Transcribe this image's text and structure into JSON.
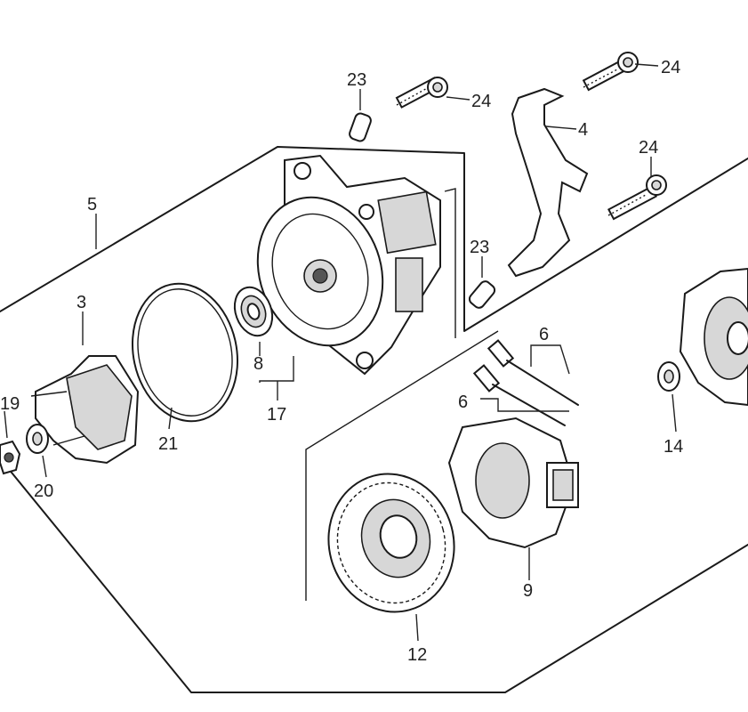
{
  "labels": {
    "l23a": "23",
    "l24a": "24",
    "l24b": "24",
    "l4": "4",
    "l24c": "24",
    "l5": "5",
    "l23b": "23",
    "l3": "3",
    "l8": "8",
    "l17": "17",
    "l6a": "6",
    "l6b": "6",
    "l19": "19",
    "l21": "21",
    "l20": "20",
    "l14": "14",
    "l9": "9",
    "l12": "12"
  }
}
